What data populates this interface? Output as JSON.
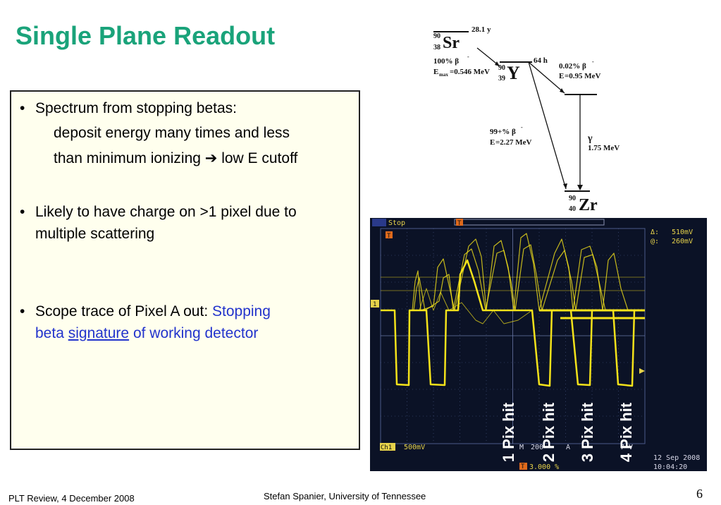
{
  "slide": {
    "title": "Single Plane Readout",
    "page_number": "6",
    "footer_left": "PLT Review,  4 December 2008",
    "footer_center": "Stefan Spanier, University of Tennessee"
  },
  "bullets": {
    "b1": "Spectrum from stopping betas:",
    "b1_l2": "deposit energy many times and less",
    "b1_l3a": "than minimum ionizing ",
    "b1_arrow": "➔",
    "b1_l3b": " low E cutoff",
    "b2_l1": "Likely to have charge on >1 pixel due to",
    "b2_l2": "multiple scattering",
    "b3_l1a": "Scope trace of Pixel A out:  ",
    "b3_l1b": "Stopping",
    "b3_l2a": "beta ",
    "b3_l2u": "signature",
    "b3_l2b": " of working detector"
  },
  "decay": {
    "sr_mass": "90",
    "sr_z": "38",
    "sr_sym": "Sr",
    "half_life_sr": "28.1 y",
    "sr_branch": "100% β",
    "sr_emax": "E",
    "sr_emax_sub": "max",
    "sr_emax_val": "=0.546 MeV",
    "y_mass": "90",
    "y_z": "39",
    "y_sym": "Y",
    "half_life_y": "64 h",
    "y_branch_small": "0.02% β",
    "y_emax_small": "E",
    "y_emax_small_val": "=0.95 MeV",
    "y_branch_main": "99+% β",
    "y_emax_main": "E",
    "y_emax_main_val": "=2.27 MeV",
    "gamma": "γ",
    "gamma_energy": "1.75 MeV",
    "zr_mass": "90",
    "zr_z": "40",
    "zr_sym": "Zr",
    "minus": "-"
  },
  "scope": {
    "status": "Stop",
    "trig_marker": "T",
    "delta": "Δ:",
    "delta_val": "510mV",
    "at": "@:",
    "at_val": "260mV",
    "ch_label": "Ch1",
    "ch_scale": "500mV",
    "m_label": "M",
    "m_val": "200",
    "a_label": "A",
    "trig_level": "7 V",
    "pct": "3.000 %",
    "date": "12 Sep  2008",
    "time": "10:04:20",
    "ch_marker": "1",
    "colors": {
      "trace": "#f4e21a",
      "grid": "#4b5a8a",
      "text": "#e6d24a",
      "bg": "#0b1226"
    }
  },
  "labels": {
    "l1": "1 Pix hit",
    "l2": "2 Pix hit",
    "l3": "3 Pix hit",
    "l4": "4 Pix hit"
  }
}
